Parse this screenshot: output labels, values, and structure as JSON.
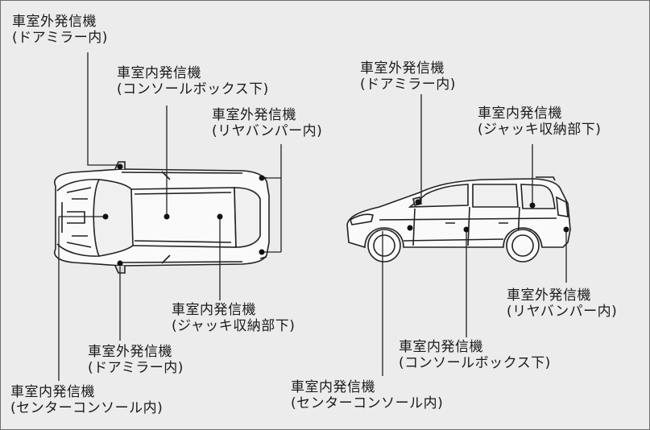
{
  "callouts": [
    {
      "id": "top-door-mirror-upper",
      "line1": "車室外発信機",
      "line2": "(ドアミラー内)"
    },
    {
      "id": "top-console-box",
      "line1": "車室内発信機",
      "line2": "(コンソールボックス下)"
    },
    {
      "id": "top-rear-bumper",
      "line1": "車室外発信機",
      "line2": "(リヤバンパー内)"
    },
    {
      "id": "top-jack-storage",
      "line1": "車室内発信機",
      "line2": "(ジャッキ収納部下)"
    },
    {
      "id": "top-door-mirror-lower",
      "line1": "車室外発信機",
      "line2": "(ドアミラー内)"
    },
    {
      "id": "top-center-console",
      "line1": "車室内発信機",
      "line2": "(センターコンソール内)"
    },
    {
      "id": "side-door-mirror",
      "line1": "車室外発信機",
      "line2": "(ドアミラー内)"
    },
    {
      "id": "side-jack-storage",
      "line1": "車室内発信機",
      "line2": "(ジャッキ収納部下)"
    },
    {
      "id": "side-rear-bumper",
      "line1": "車室外発信機",
      "line2": "(リヤバンパー内)"
    },
    {
      "id": "side-console-box",
      "line1": "車室内発信機",
      "line2": "(コンソールボックス下)"
    },
    {
      "id": "side-center-console",
      "line1": "車室内発信機",
      "line2": "(センターコンソール内)"
    }
  ]
}
